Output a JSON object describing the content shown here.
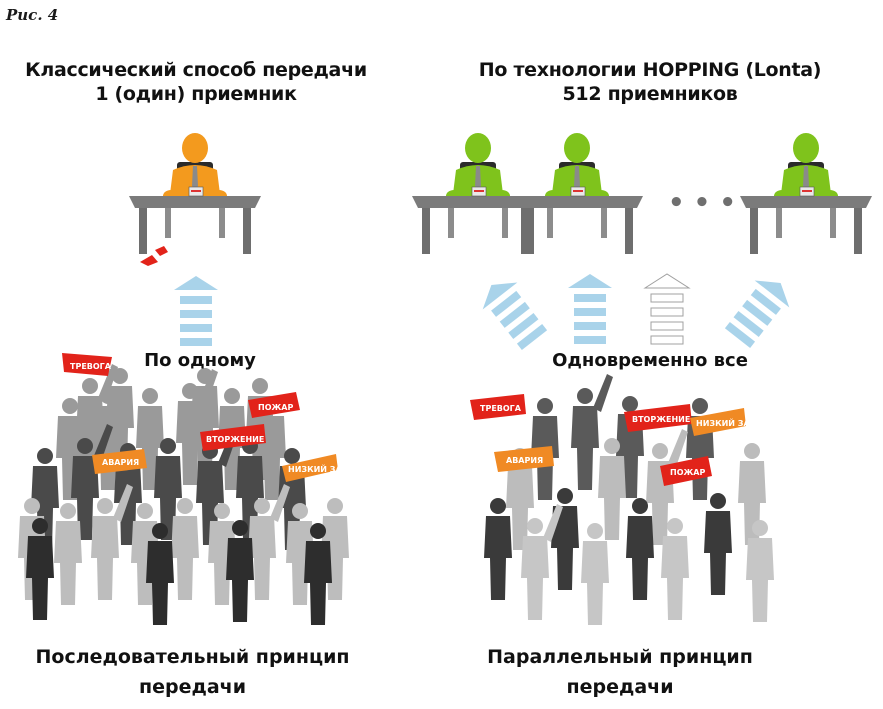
{
  "figure_label": "Рис. 4",
  "left": {
    "title_line1": "Классический способ передачи",
    "title_line2": "1 (один) приемник",
    "mode_label": "По одному",
    "caption_line1": "Последовательный принцип",
    "caption_line2": "передачи",
    "signs": [
      "ТРЕВОГА",
      "АВАРИЯ",
      "ВТОРЖЕНИЕ",
      "ПОЖАР",
      "НИЗКИЙ ЗАРЯД"
    ]
  },
  "right": {
    "title_line1": "По технологии HOPPING (Lonta)",
    "title_line2": "512 приемников",
    "mode_label": "Одновременно все",
    "caption_line1": "Параллельный принцип",
    "caption_line2": "передачи",
    "ellipsis": "• • •",
    "signs": [
      "ТРЕВОГА",
      "АВАРИЯ",
      "ВТОРЖЕНИЕ",
      "ПОЖАР",
      "НИЗКИЙ ЗАРЯД"
    ]
  },
  "colors": {
    "single_receiver": "#f39a1e",
    "multi_receiver": "#7fc31c",
    "arrow": "#a9d3ea",
    "desk": "#7b7b7b",
    "sign_red": "#e2231a",
    "sign_orange": "#f08a24"
  }
}
